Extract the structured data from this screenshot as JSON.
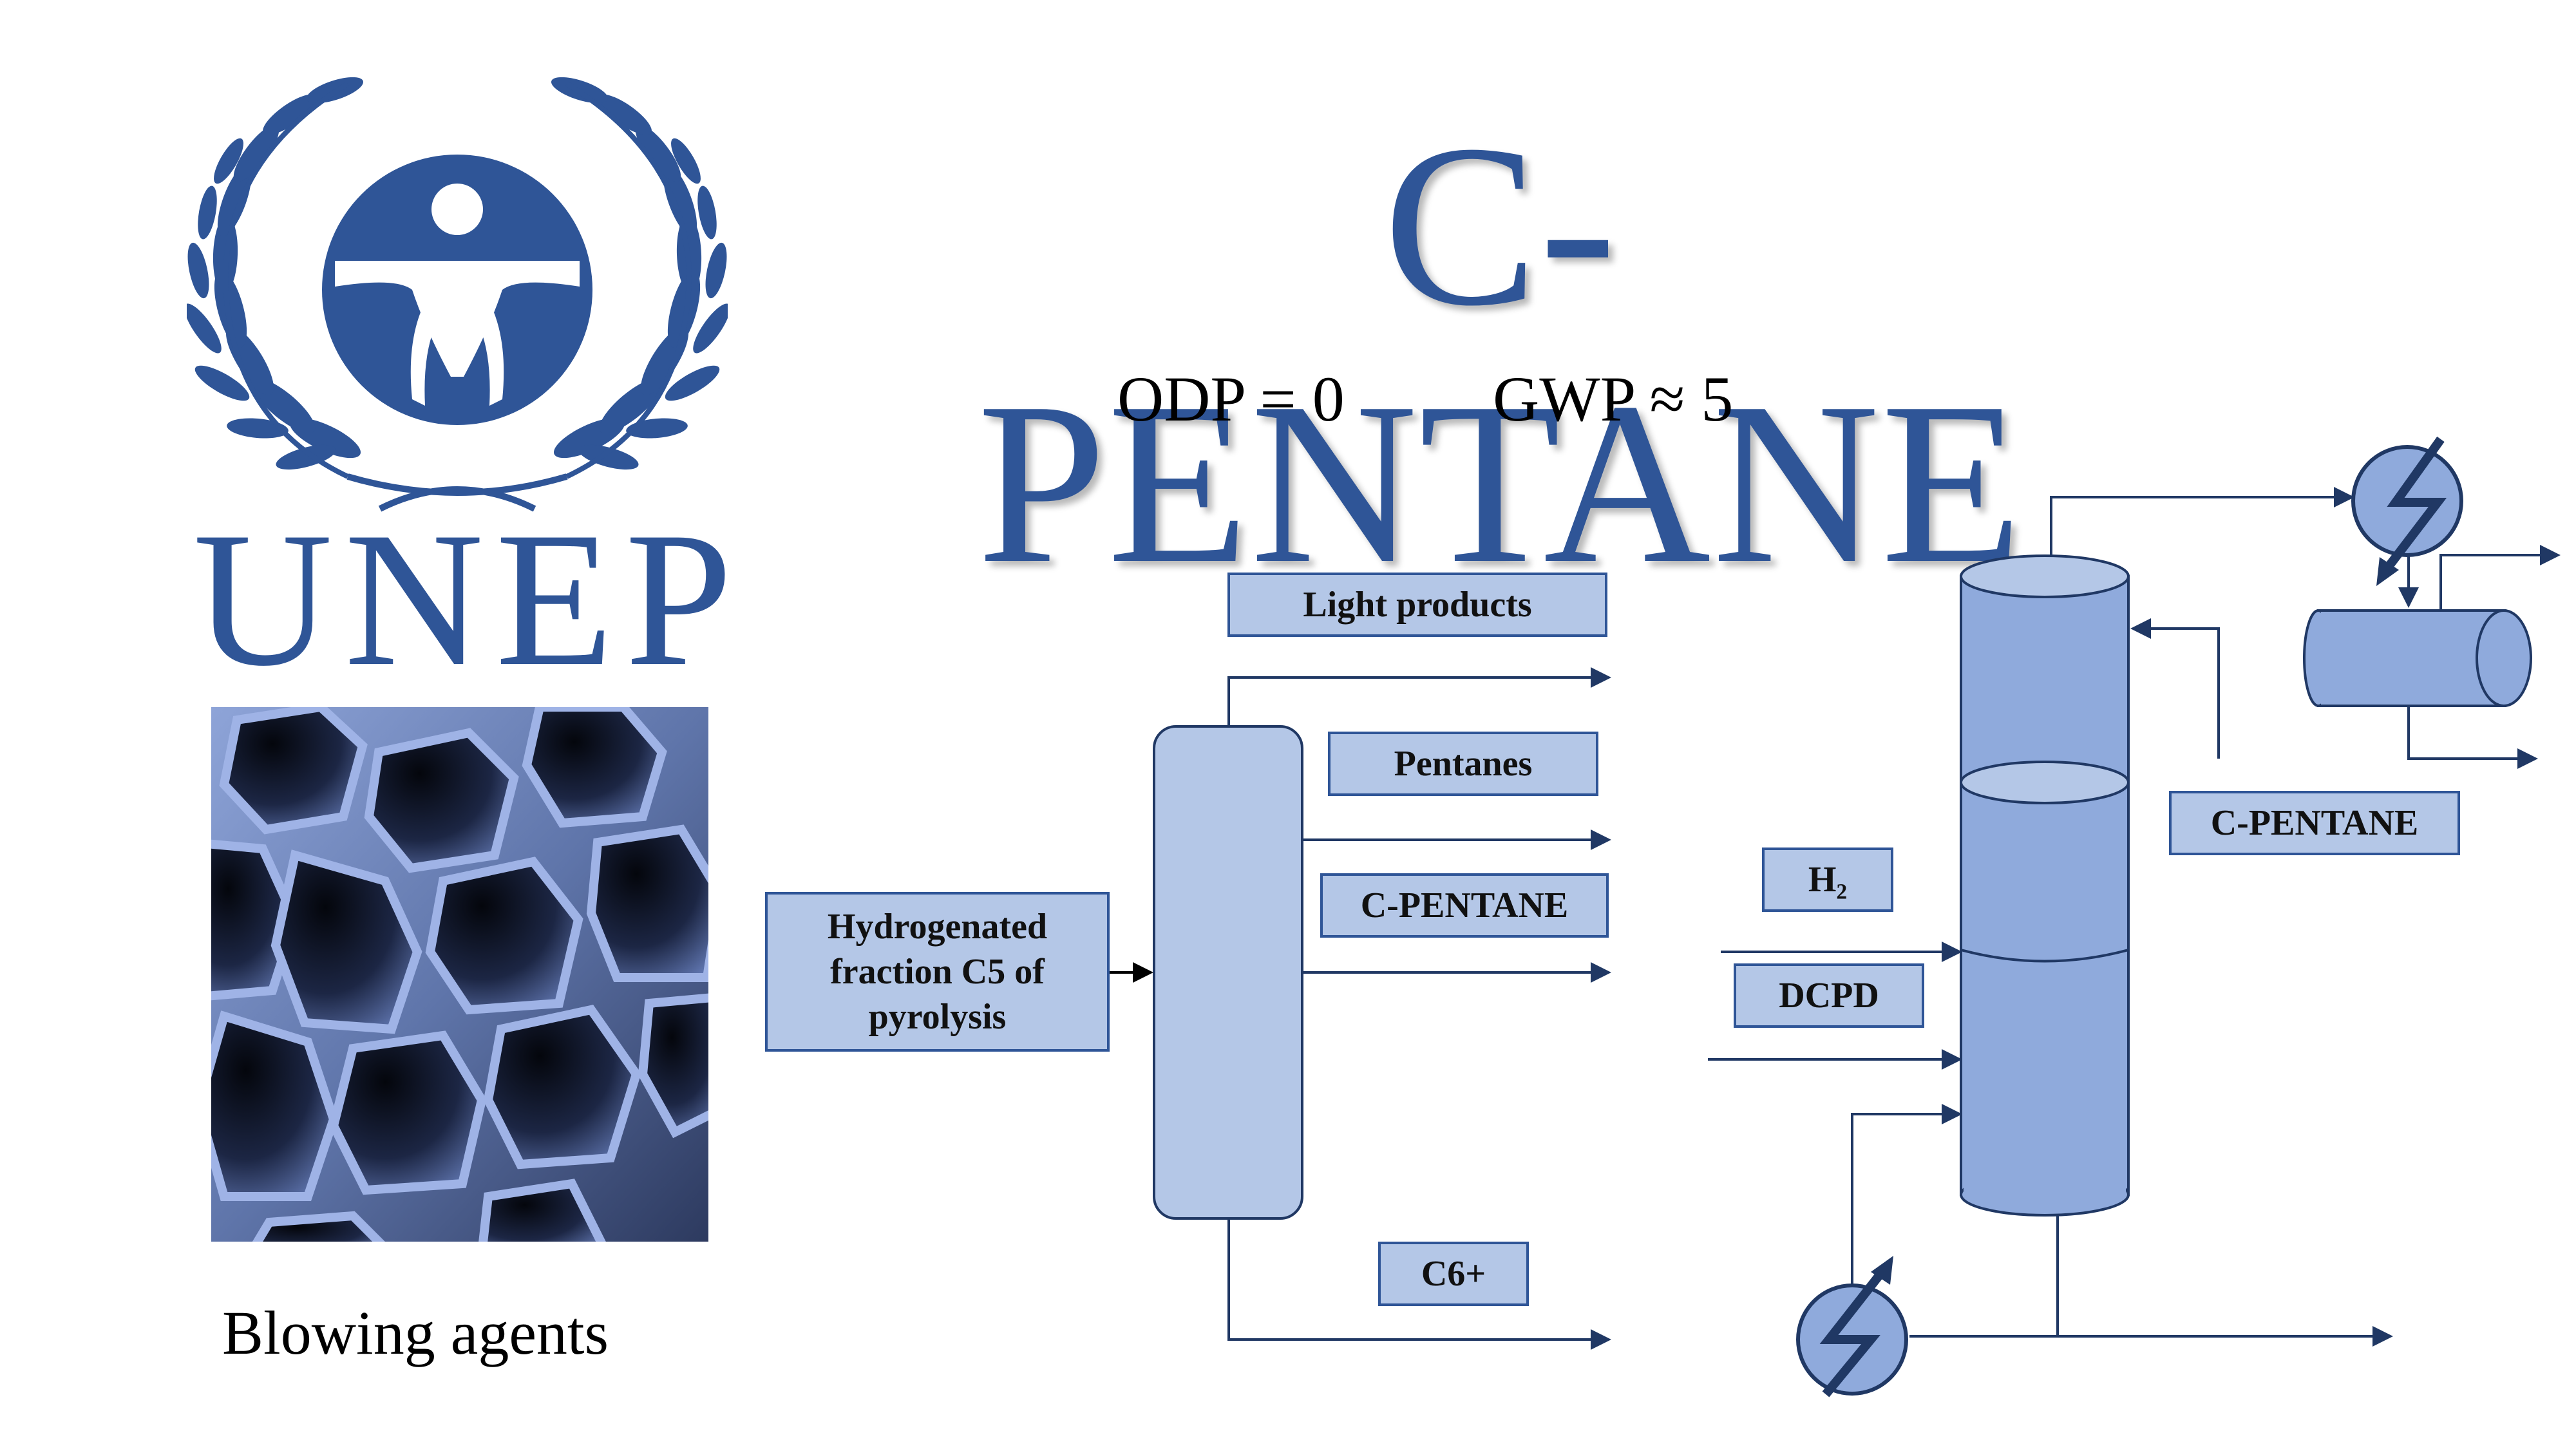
{
  "title": "C-PENTANE",
  "metrics": {
    "odp": "ODP = 0",
    "gwp": "GWP ≈ 5"
  },
  "logo": {
    "text": "UNEP"
  },
  "caption": "Blowing agents",
  "diagram": {
    "feed": "Hydrogenated fraction C5 of pyrolysis",
    "products": {
      "light": "Light products",
      "pentanes": "Pentanes",
      "cpentane": "C-PENTANE",
      "c6": "C6+"
    },
    "reactor_inputs": {
      "h2": "H₂",
      "dcpd": "DCPD"
    },
    "reactor_output": "C-PENTANE"
  },
  "colors": {
    "brand_blue": "#2f5597",
    "box_fill": "#b4c7e7",
    "column_fill": "#8faadc",
    "line_blue": "#203864"
  },
  "icons": [
    "laurel-wreath-icon",
    "unep-figure-icon",
    "heat-exchanger-icon",
    "arrow-icon"
  ]
}
